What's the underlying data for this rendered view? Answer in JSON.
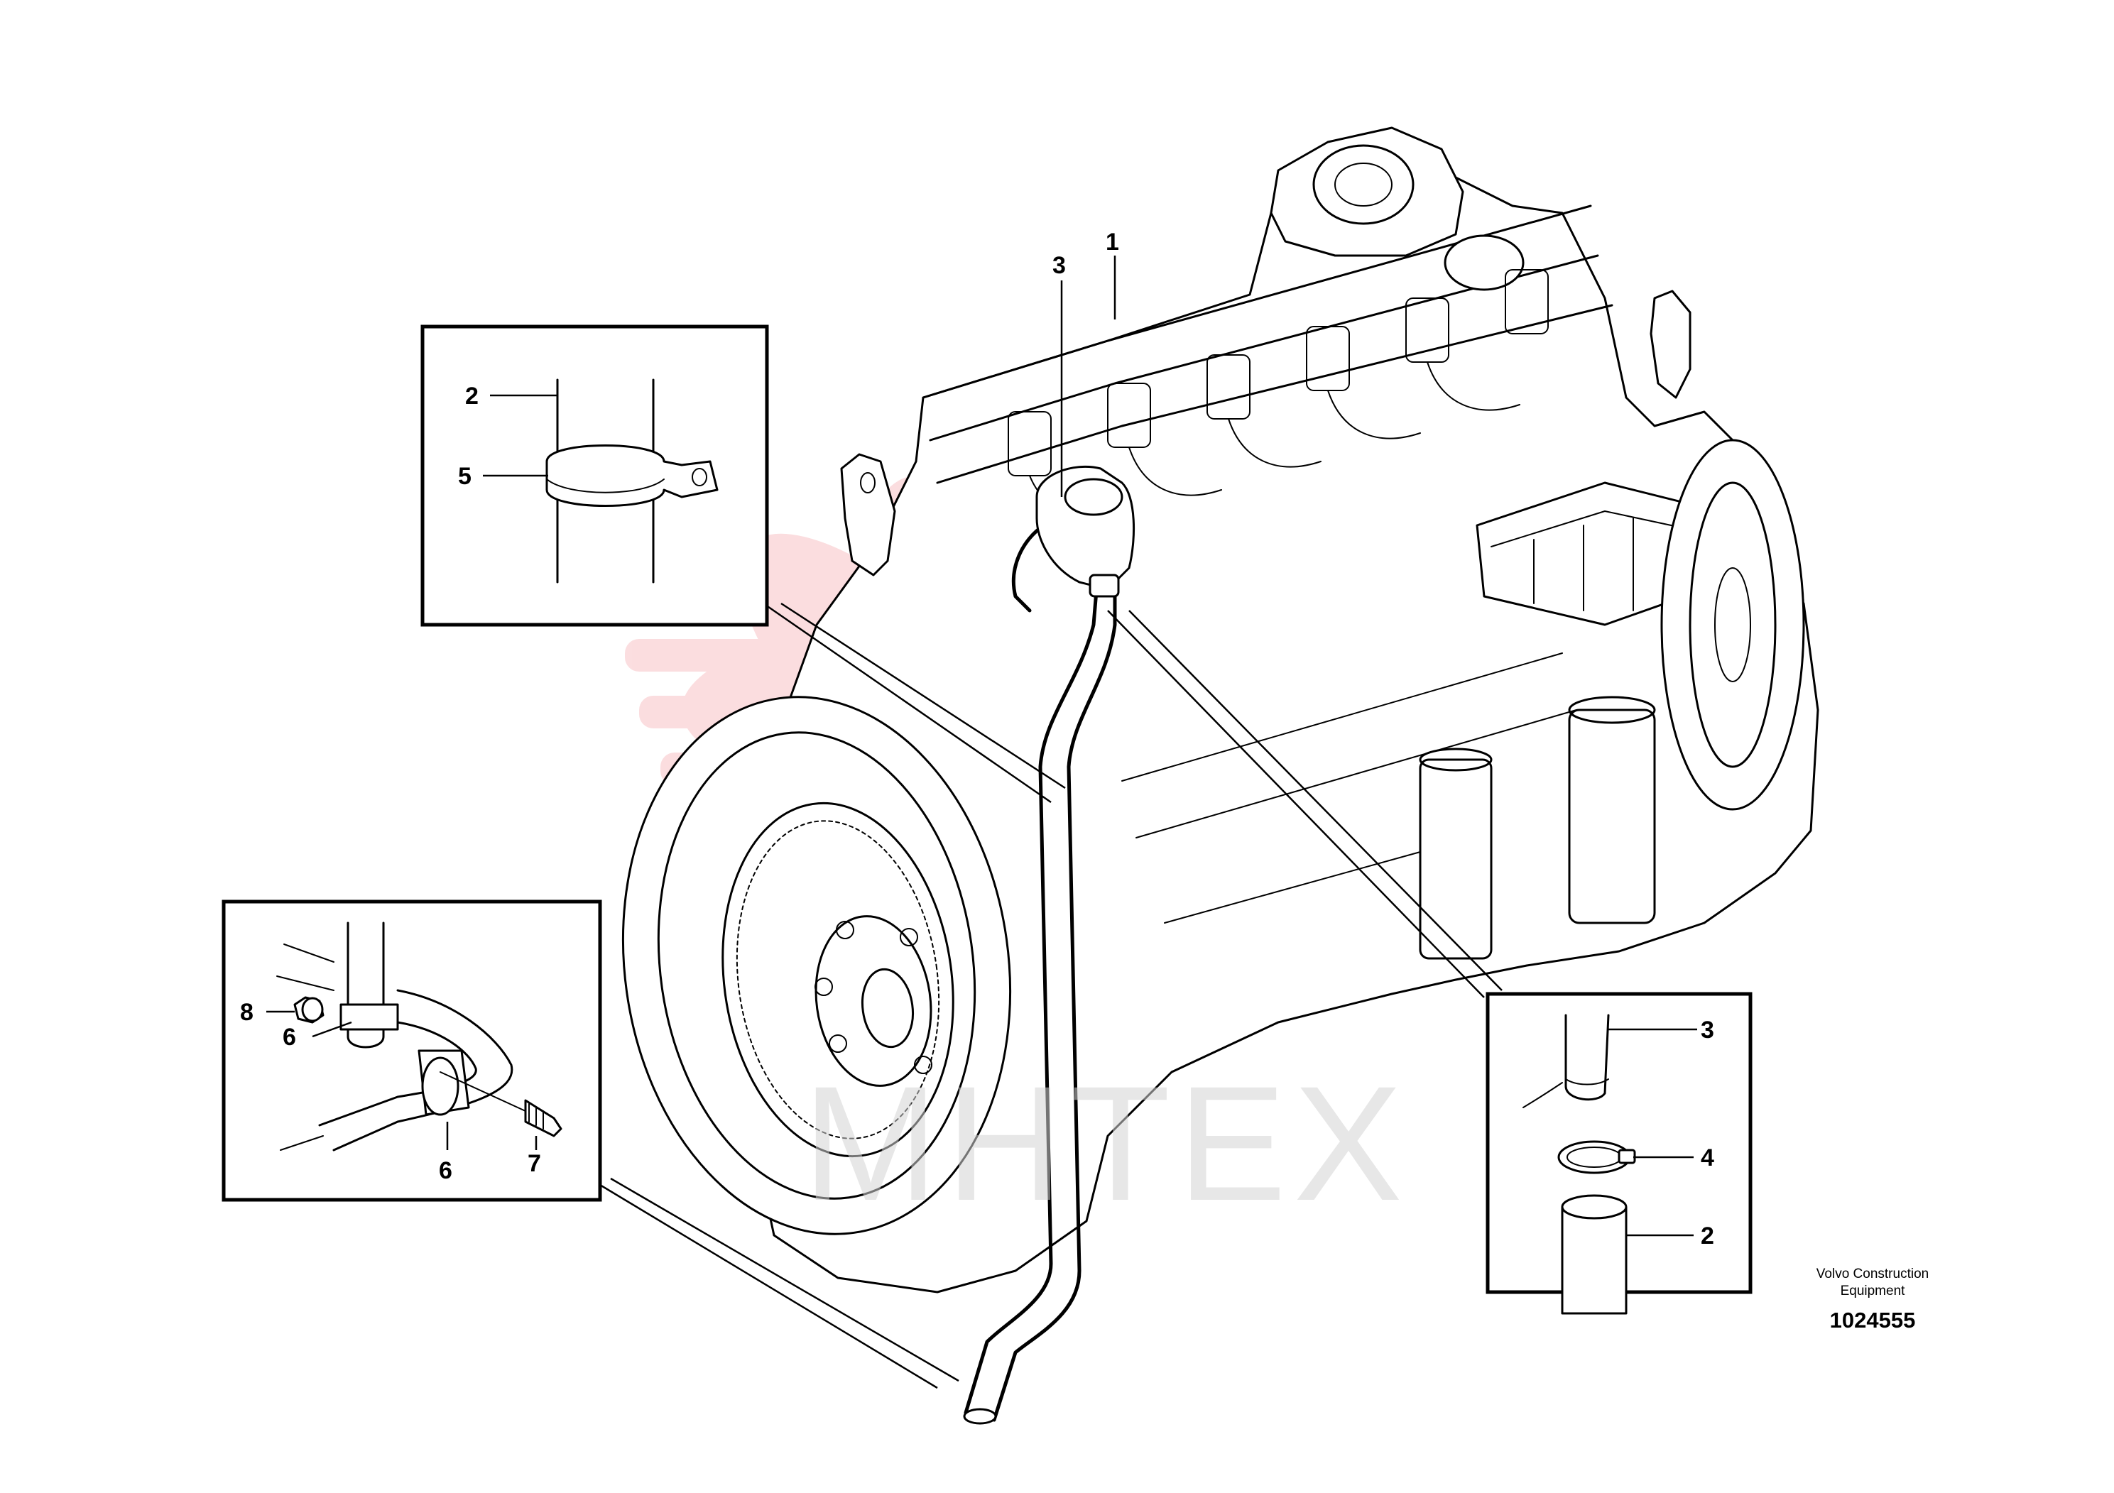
{
  "diagram": {
    "main_callouts": [
      "1",
      "3"
    ],
    "inset_top_left": {
      "callouts": [
        "2",
        "5"
      ]
    },
    "inset_bottom_left": {
      "callouts": [
        "8",
        "6",
        "6",
        "7"
      ]
    },
    "inset_bottom_right": {
      "callouts": [
        "3",
        "4",
        "2"
      ]
    }
  },
  "caption": {
    "company_line1": "Volvo Construction",
    "company_line2": "Equipment",
    "figure_number": "1024555"
  },
  "watermark": {
    "text": "MHTEX",
    "logo": "red-flower-logo",
    "color": "#e8323c"
  },
  "icons": [
    "engine-illustration",
    "pipe-clamp-icon",
    "hose-clamp-icon",
    "bolt-icon"
  ]
}
